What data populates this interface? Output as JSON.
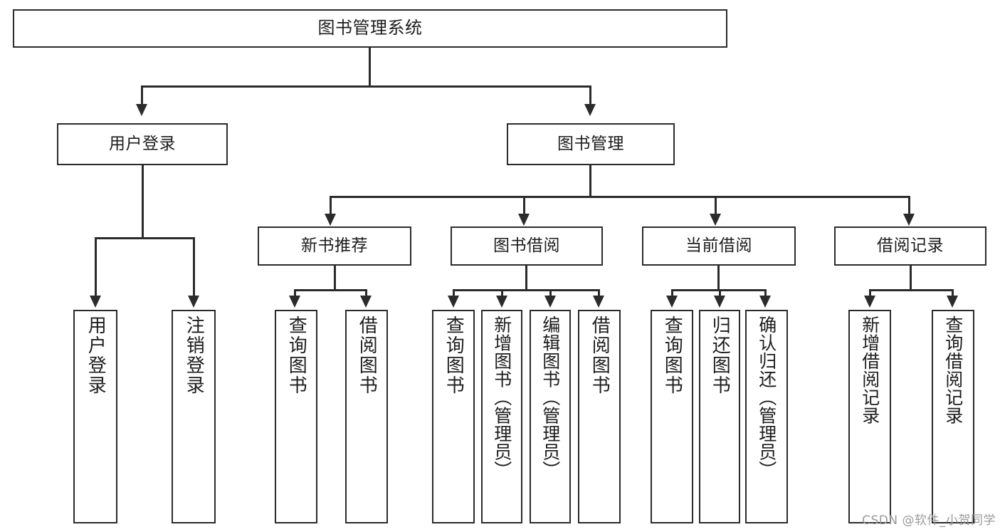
{
  "diagram": {
    "type": "tree-hierarchy-diagram",
    "title": "图书管理系统",
    "root": {
      "id": "root",
      "label": "图书管理系统"
    },
    "level2": [
      {
        "id": "user-login",
        "label": "用户登录"
      },
      {
        "id": "book-management",
        "label": "图书管理"
      }
    ],
    "level3": [
      {
        "id": "new-book-recommend",
        "label": "新书推荐",
        "parent": "book-management"
      },
      {
        "id": "book-borrow",
        "label": "图书借阅",
        "parent": "book-management"
      },
      {
        "id": "current-borrow",
        "label": "当前借阅",
        "parent": "book-management"
      },
      {
        "id": "borrow-record",
        "label": "借阅记录",
        "parent": "book-management"
      }
    ],
    "leaves": [
      {
        "id": "leaf-user-login",
        "label": "用户登录",
        "parent": "user-login"
      },
      {
        "id": "leaf-logout",
        "label": "注销登录",
        "parent": "user-login"
      },
      {
        "id": "leaf-query-book-1",
        "label": "查询图书",
        "parent": "new-book-recommend"
      },
      {
        "id": "leaf-borrow-book-1",
        "label": "借阅图书",
        "parent": "new-book-recommend"
      },
      {
        "id": "leaf-query-book-2",
        "label": "查询图书",
        "parent": "book-borrow"
      },
      {
        "id": "leaf-add-book",
        "label": "新增图书（管理员）",
        "parent": "book-borrow"
      },
      {
        "id": "leaf-edit-book",
        "label": "编辑图书（管理员）",
        "parent": "book-borrow"
      },
      {
        "id": "leaf-borrow-book-2",
        "label": "借阅图书",
        "parent": "book-borrow"
      },
      {
        "id": "leaf-query-book-3",
        "label": "查询图书",
        "parent": "current-borrow"
      },
      {
        "id": "leaf-return-book",
        "label": "归还图书",
        "parent": "current-borrow"
      },
      {
        "id": "leaf-confirm-return",
        "label": "确认归还（管理员）",
        "parent": "current-borrow"
      },
      {
        "id": "leaf-add-record",
        "label": "新增借阅记录",
        "parent": "borrow-record"
      },
      {
        "id": "leaf-query-record",
        "label": "查询借阅记录",
        "parent": "borrow-record"
      }
    ]
  },
  "watermark": {
    "text": "CSDN @软件_小贺同学"
  },
  "colors": {
    "stroke": "#2b2b2b",
    "text": "#1d1d1d",
    "background": "#ffffff",
    "watermark": "#9a9a9a"
  }
}
